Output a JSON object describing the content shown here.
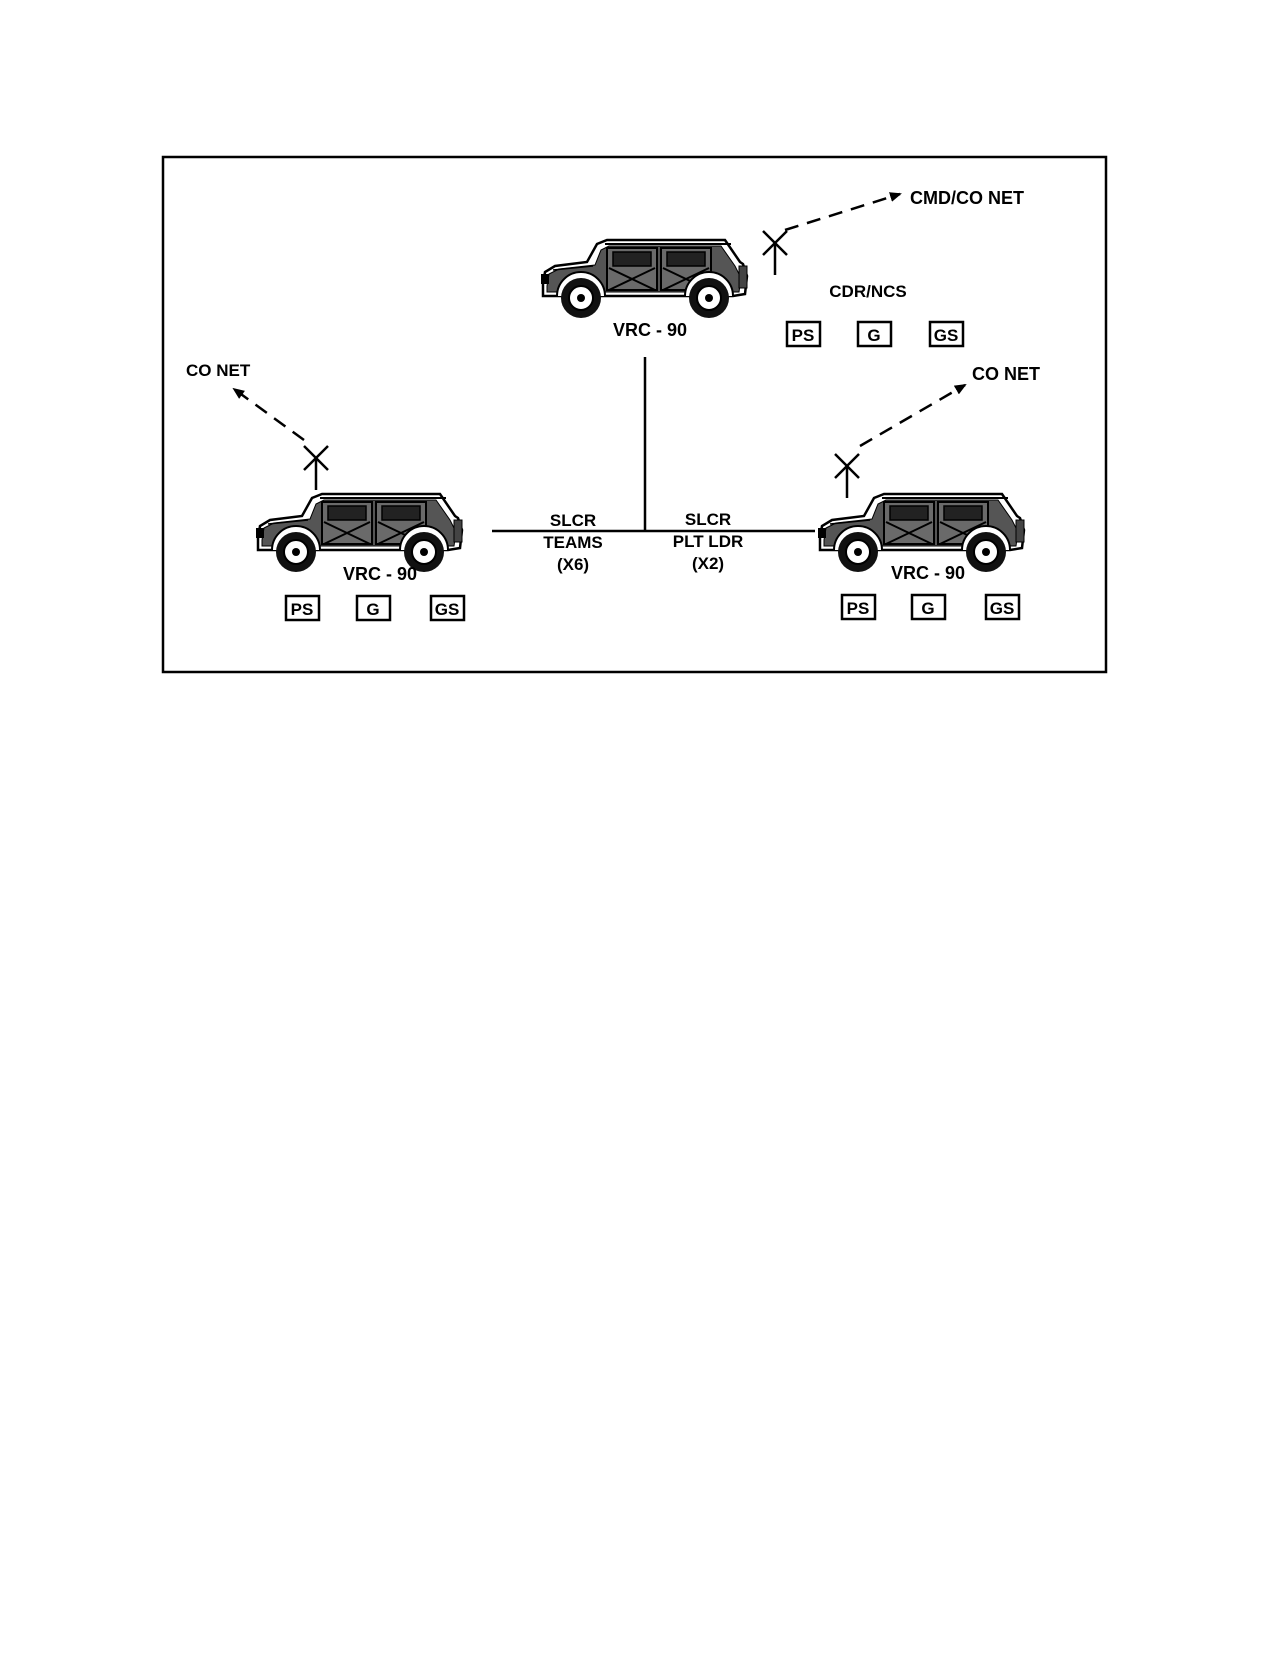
{
  "diagram": {
    "top_vehicle": {
      "label": "VRC - 90",
      "net": "CMD/CO NET",
      "role": "CDR/NCS",
      "badges": [
        "PS",
        "G",
        "GS"
      ]
    },
    "left_vehicle": {
      "label": "VRC - 90",
      "net": "CO NET",
      "badges": [
        "PS",
        "G",
        "GS"
      ]
    },
    "right_vehicle": {
      "label": "VRC - 90",
      "net": "CO NET",
      "badges": [
        "PS",
        "G",
        "GS"
      ]
    },
    "link_left": {
      "line1": "SLCR",
      "line2": "TEAMS",
      "line3": "(X6)"
    },
    "link_right": {
      "line1": "SLCR",
      "line2": "PLT LDR",
      "line3": "(X2)"
    }
  }
}
